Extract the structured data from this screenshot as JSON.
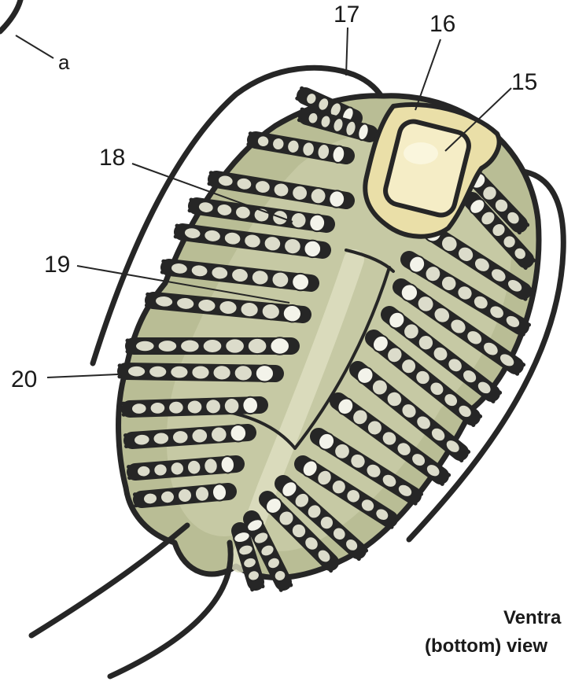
{
  "labels": {
    "l15": "15",
    "l16": "16",
    "l17": "17",
    "l18": "18",
    "l19": "19",
    "l20": "20",
    "a": "a"
  },
  "caption": {
    "line1": "Ventra",
    "line2": "(bottom) view"
  },
  "colors": {
    "outline": "#262626",
    "body": "#b9bd95",
    "body_light": "#d2d4b0",
    "axis": "#dfe0c2",
    "hypostome": "#eadfa8",
    "hypostome_light": "#f5edc6",
    "leg": "#dcdccb",
    "leg_light": "#f3f3ea",
    "label_text": "#1a1a1a"
  }
}
